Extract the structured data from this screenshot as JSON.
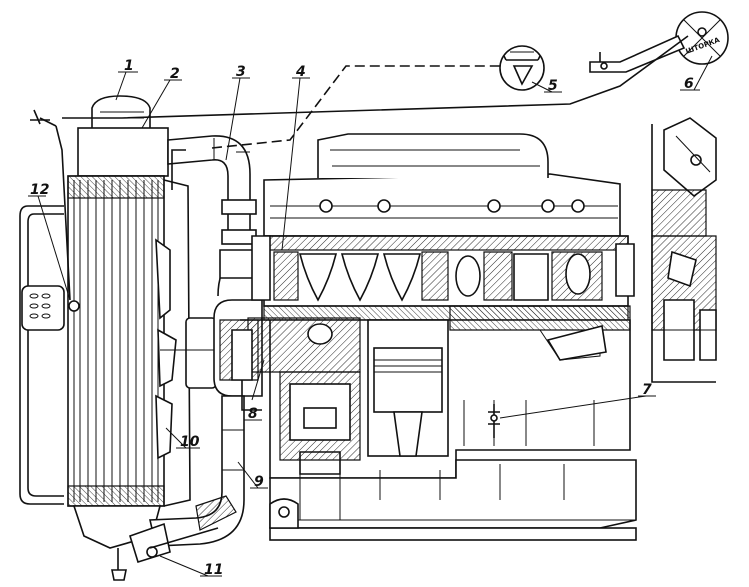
{
  "callouts": [
    {
      "id": "c1",
      "text": "1"
    },
    {
      "id": "c2",
      "text": "2"
    },
    {
      "id": "c3",
      "text": "3"
    },
    {
      "id": "c4",
      "text": "4"
    },
    {
      "id": "c5",
      "text": "5"
    },
    {
      "id": "c6",
      "text": "6"
    },
    {
      "id": "c7",
      "text": "7"
    },
    {
      "id": "c8",
      "text": "8"
    },
    {
      "id": "c9",
      "text": "9"
    },
    {
      "id": "c10",
      "text": "10"
    },
    {
      "id": "c11",
      "text": "11"
    },
    {
      "id": "c12",
      "text": "12"
    }
  ],
  "shutter_knob_text": "ШТОРКА"
}
